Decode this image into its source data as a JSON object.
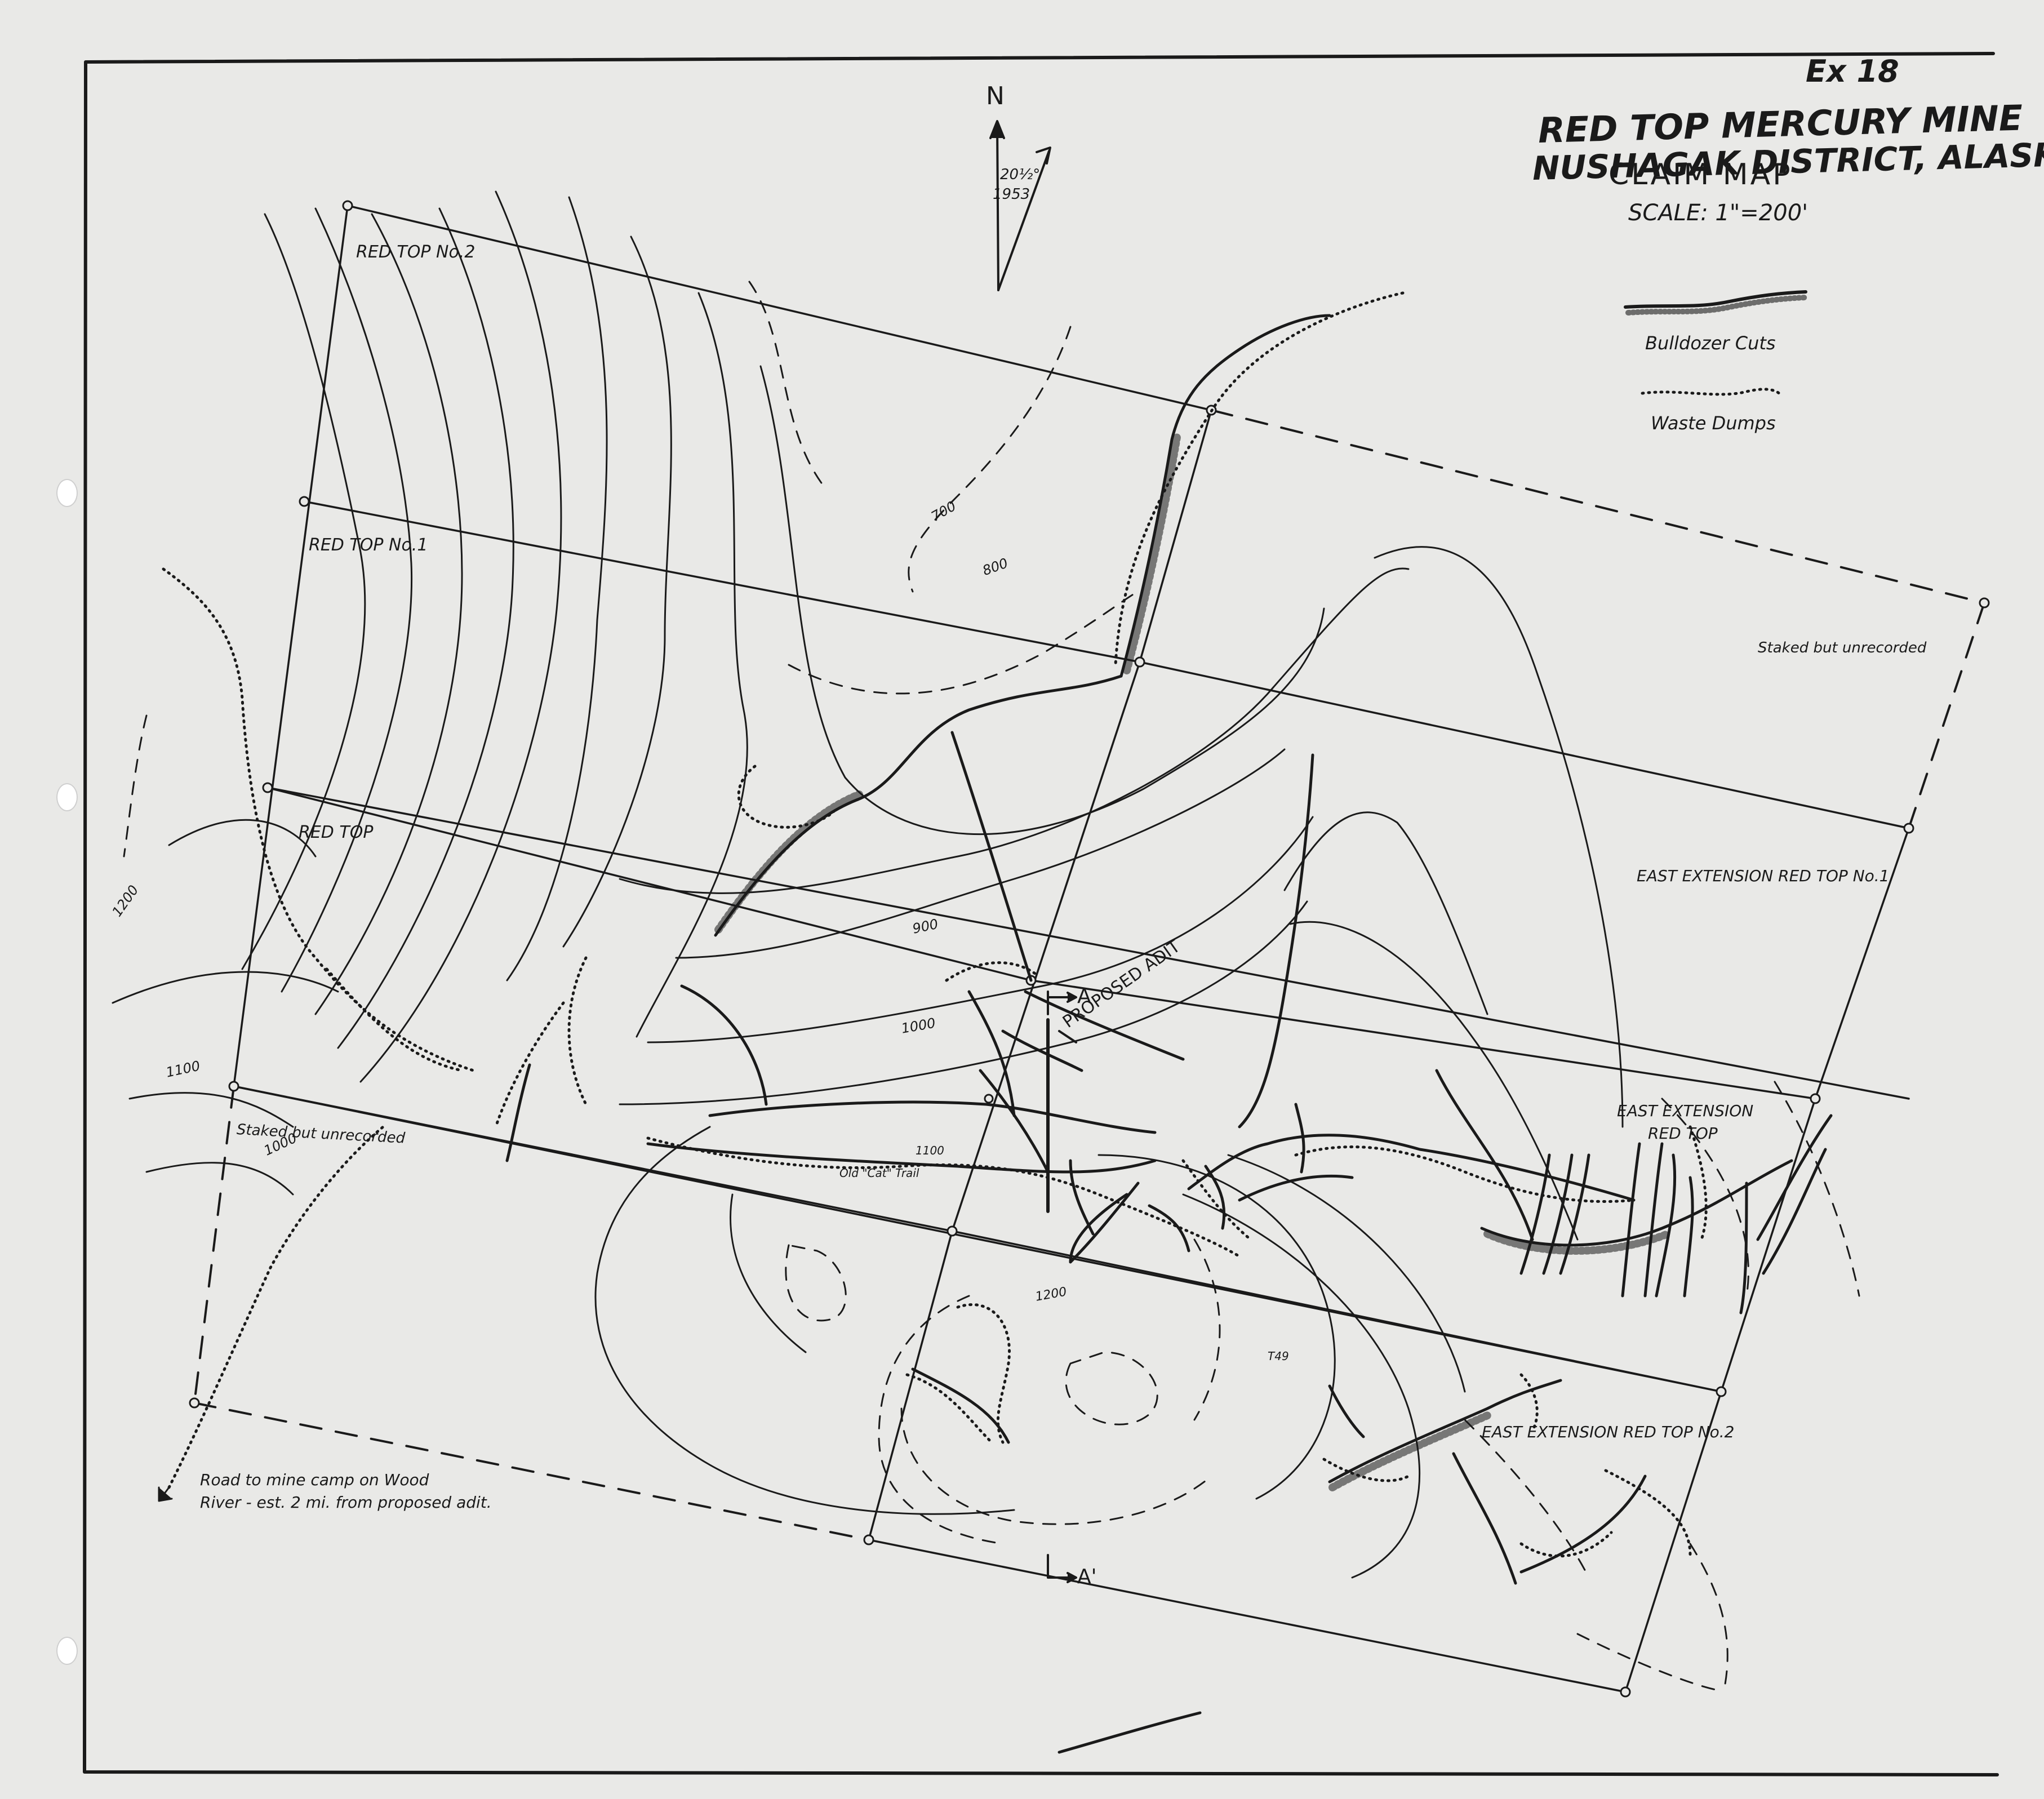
{
  "document": {
    "exhibit_number": "Ex 18",
    "title_line1": "RED TOP MERCURY MINE",
    "title_line2": "NUSHAGAK DISTRICT, ALASKA",
    "map_type": "CLAIM MAP",
    "scale": "SCALE: 1\"=200'"
  },
  "north_arrow": {
    "label": "N",
    "declination": "20½°",
    "year": "1953"
  },
  "legend": {
    "items": [
      {
        "symbol": "hatched-line",
        "label": "Bulldozer Cuts"
      },
      {
        "symbol": "dotted-line",
        "label": "Waste Dumps"
      }
    ]
  },
  "claims": [
    {
      "name": "RED TOP No.2"
    },
    {
      "name": "RED TOP No.1"
    },
    {
      "name": "RED TOP"
    },
    {
      "name": "EAST EXTENSION RED TOP No.1"
    },
    {
      "name": "EAST EXTENSION"
    },
    {
      "name": "RED TOP"
    },
    {
      "name": "EAST EXTENSION RED TOP No.2"
    }
  ],
  "notes": {
    "staked_right": "Staked but unrecorded",
    "staked_left": "Staked but unrecorded",
    "road_line1": "Road to mine camp on Wood",
    "road_line2": "River - est. 2 mi. from proposed adit.",
    "proposed_adit": "PROPOSED ADIT",
    "trail": "Old \"Cat\" Trail",
    "section_a": "A",
    "section_a_prime": "A'",
    "marker": "T49"
  },
  "contours": {
    "c700": "700",
    "c800": "800",
    "c900": "900",
    "c1000_a": "1000",
    "c1000_b": "1000",
    "c1100_a": "1100",
    "c1100_b": "1100",
    "c1200_a": "1200",
    "c1200_b": "1200"
  },
  "colors": {
    "paper": "#e9e9e7",
    "ink": "#1a1a1a"
  }
}
